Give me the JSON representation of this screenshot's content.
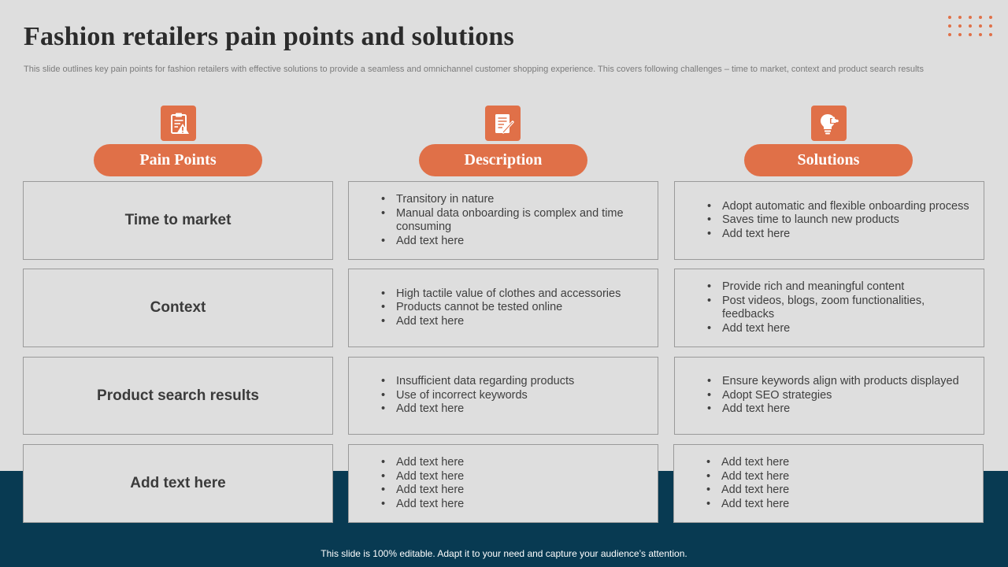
{
  "slide": {
    "title": "Fashion retailers pain points and solutions",
    "subtitle": "This slide outlines key pain points for fashion retailers with effective solutions to provide a seamless and omnichannel customer shopping experience. This covers following challenges – time to market, context and product search results",
    "footer": "This slide is 100% editable. Adapt it to your need and capture your audience’s attention."
  },
  "colors": {
    "accent": "#e07048",
    "background": "#dedede",
    "band": "#083a52"
  },
  "headers": [
    {
      "label": "Pain Points",
      "icon": "clipboard-warning-icon"
    },
    {
      "label": "Description",
      "icon": "document-pen-icon"
    },
    {
      "label": "Solutions",
      "icon": "lightbulb-puzzle-icon"
    }
  ],
  "rows": [
    {
      "pain_point": "Time to market",
      "description": [
        "Transitory in nature",
        "Manual data onboarding is complex and time consuming",
        "Add text here"
      ],
      "solutions": [
        "Adopt automatic and flexible onboarding process",
        "Saves time to launch new products",
        "Add text here"
      ]
    },
    {
      "pain_point": "Context",
      "description": [
        "High tactile value of clothes and accessories",
        "Products cannot be tested online",
        "Add text here"
      ],
      "solutions": [
        "Provide rich and meaningful content",
        "Post videos, blogs, zoom functionalities, feedbacks",
        "Add text here"
      ]
    },
    {
      "pain_point": "Product search results",
      "description": [
        "Insufficient data regarding products",
        "Use of incorrect keywords",
        "Add text here"
      ],
      "solutions": [
        "Ensure keywords align with products displayed",
        "Adopt SEO strategies",
        "Add text here"
      ]
    },
    {
      "pain_point": "Add text here",
      "description": [
        "Add text here",
        "Add text here",
        "Add text here",
        "Add text here"
      ],
      "solutions": [
        "Add text here",
        "Add text here",
        "Add text here",
        "Add text here"
      ]
    }
  ]
}
